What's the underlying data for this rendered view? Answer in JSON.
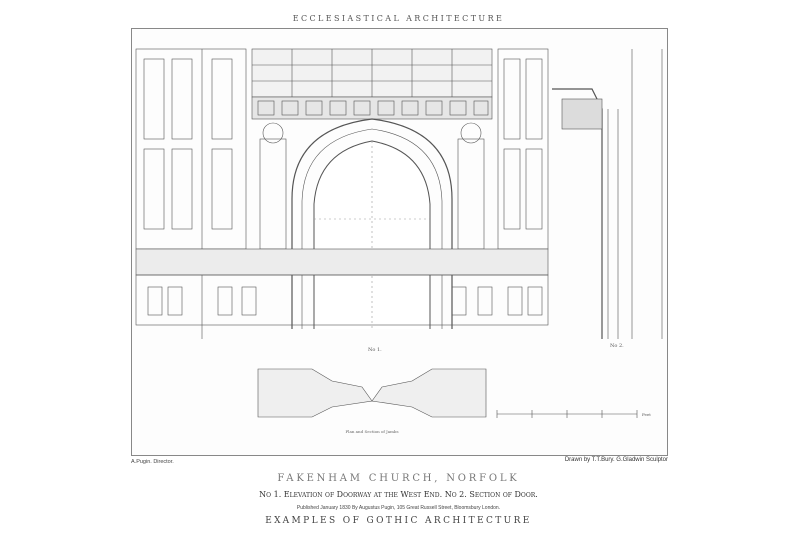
{
  "header": {
    "series_title": "ECCLESIASTICAL ARCHITECTURE"
  },
  "plate": {
    "figure_1_label": "No 1.",
    "figure_2_label": "No 2.",
    "plan_caption": "Plan and Section of Jambs",
    "scale_label": "Feet"
  },
  "credits": {
    "director": "A.Pugin. Director.",
    "drawn_by": "Drawn by T.T.Bury. G.Gladwin Sculptor"
  },
  "caption": {
    "title": "FAKENHAM CHURCH, NORFOLK",
    "subtitle": "No 1. Elevation of Doorway at the West End. No 2. Section of Door.",
    "published": "Published January 1830 By Augustus Pugin, 105 Great Russell Street, Bloomsbury London.",
    "series": "EXAMPLES OF GOTHIC ARCHITECTURE"
  }
}
